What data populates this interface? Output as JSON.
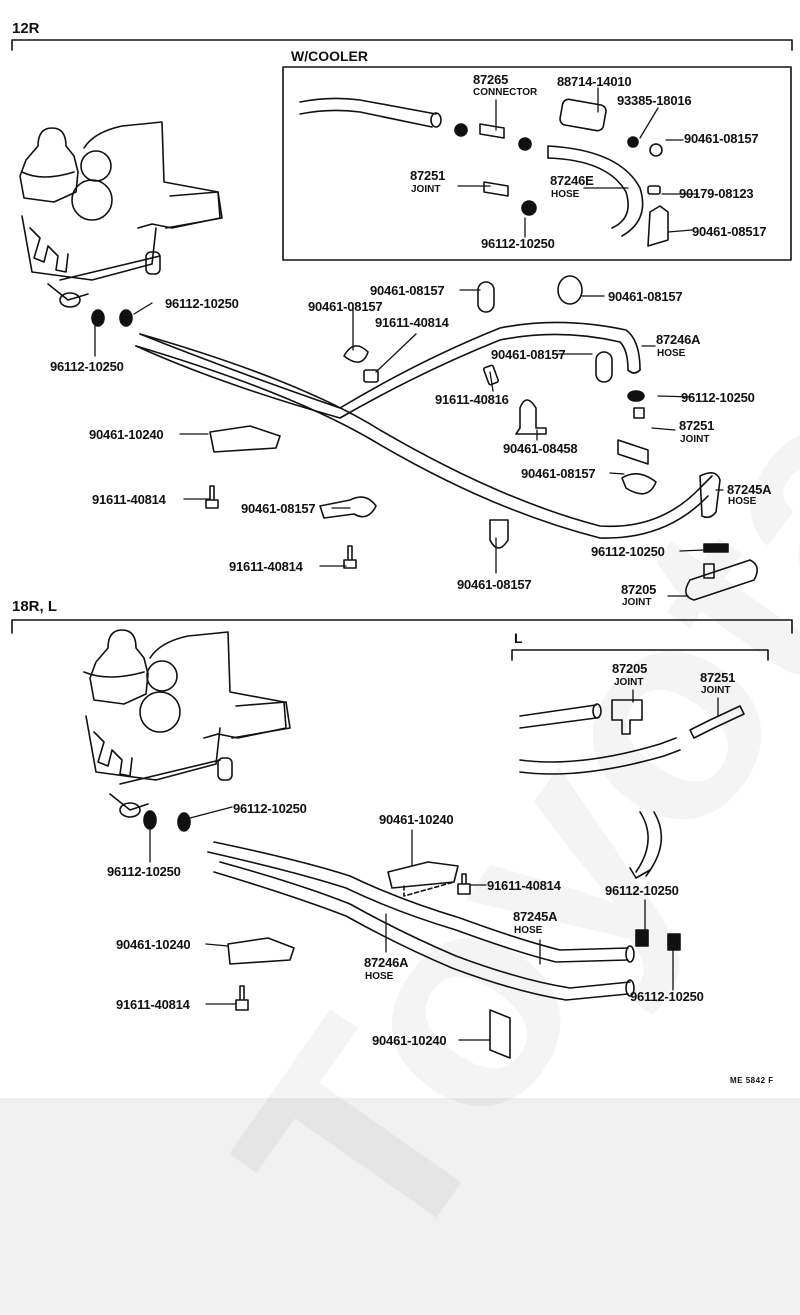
{
  "sections": {
    "s12r": {
      "title": "12R"
    },
    "s18r": {
      "title": "18R, L"
    },
    "cooler": {
      "title": "W/COOLER"
    },
    "l_inset": {
      "title": "L"
    }
  },
  "callouts": {
    "c1": {
      "part": "87265",
      "name": "CONNECTOR"
    },
    "c2": {
      "part": "88714-14010"
    },
    "c3": {
      "part": "93385-18016"
    },
    "c4": {
      "part": "90461-08157"
    },
    "c5": {
      "part": "87251",
      "name": "JOINT"
    },
    "c6": {
      "part": "87246E",
      "name": "HOSE"
    },
    "c7": {
      "part": "90179-08123"
    },
    "c8": {
      "part": "90461-08517"
    },
    "c9": {
      "part": "96112-10250"
    },
    "a1": {
      "part": "96112-10250"
    },
    "a2": {
      "part": "96112-10250"
    },
    "a3": {
      "part": "90461-08157"
    },
    "a4": {
      "part": "90461-08157"
    },
    "a5": {
      "part": "91611-40814"
    },
    "a6": {
      "part": "90461-08157"
    },
    "a7": {
      "part": "87246A",
      "name": "HOSE"
    },
    "a8": {
      "part": "90461-08157"
    },
    "a9": {
      "part": "91611-40816"
    },
    "a10": {
      "part": "96112-10250"
    },
    "a11": {
      "part": "87251",
      "name": "JOINT"
    },
    "a12": {
      "part": "90461-08458"
    },
    "a13": {
      "part": "90461-10240"
    },
    "a14": {
      "part": "90461-08157"
    },
    "a15": {
      "part": "87245A",
      "name": "HOSE"
    },
    "a16": {
      "part": "91611-40814"
    },
    "a17": {
      "part": "90461-08157"
    },
    "a18": {
      "part": "91611-40814"
    },
    "a19": {
      "part": "90461-08157"
    },
    "a20": {
      "part": "96112-10250"
    },
    "a21": {
      "part": "87205",
      "name": "JOINT"
    },
    "b1": {
      "part": "87205",
      "name": "JOINT"
    },
    "b2": {
      "part": "87251",
      "name": "JOINT"
    },
    "b3": {
      "part": "96112-10250"
    },
    "b4": {
      "part": "96112-10250"
    },
    "b5": {
      "part": "90461-10240"
    },
    "b6": {
      "part": "91611-40814"
    },
    "b7": {
      "part": "87245A",
      "name": "HOSE"
    },
    "b8": {
      "part": "96112-10250"
    },
    "b9": {
      "part": "90461-10240"
    },
    "b10": {
      "part": "87246A",
      "name": "HOSE"
    },
    "b11": {
      "part": "96112-10250"
    },
    "b12": {
      "part": "91611-40814"
    },
    "b13": {
      "part": "90461-10240"
    }
  },
  "footer": {
    "code": "ME 5842 F"
  },
  "watermark": {
    "text": "ToyotaC"
  }
}
